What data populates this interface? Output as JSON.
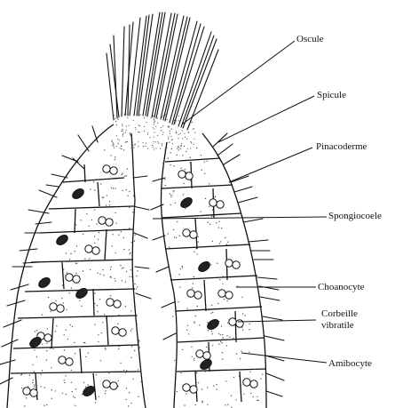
{
  "labels": {
    "oscule": "Oscule",
    "spicule": "Spicule",
    "pinacoderme": "Pinacoderme",
    "spongiocoele": "Spongiocoele",
    "choanocyte": "Choanocyte",
    "corbeille_line1": "Corbeille",
    "corbeille_line2": "vibratile",
    "amibocyte": "Amibocyte"
  },
  "colors": {
    "ink": "#111111",
    "stipple": "#555555",
    "background": "#ffffff"
  }
}
